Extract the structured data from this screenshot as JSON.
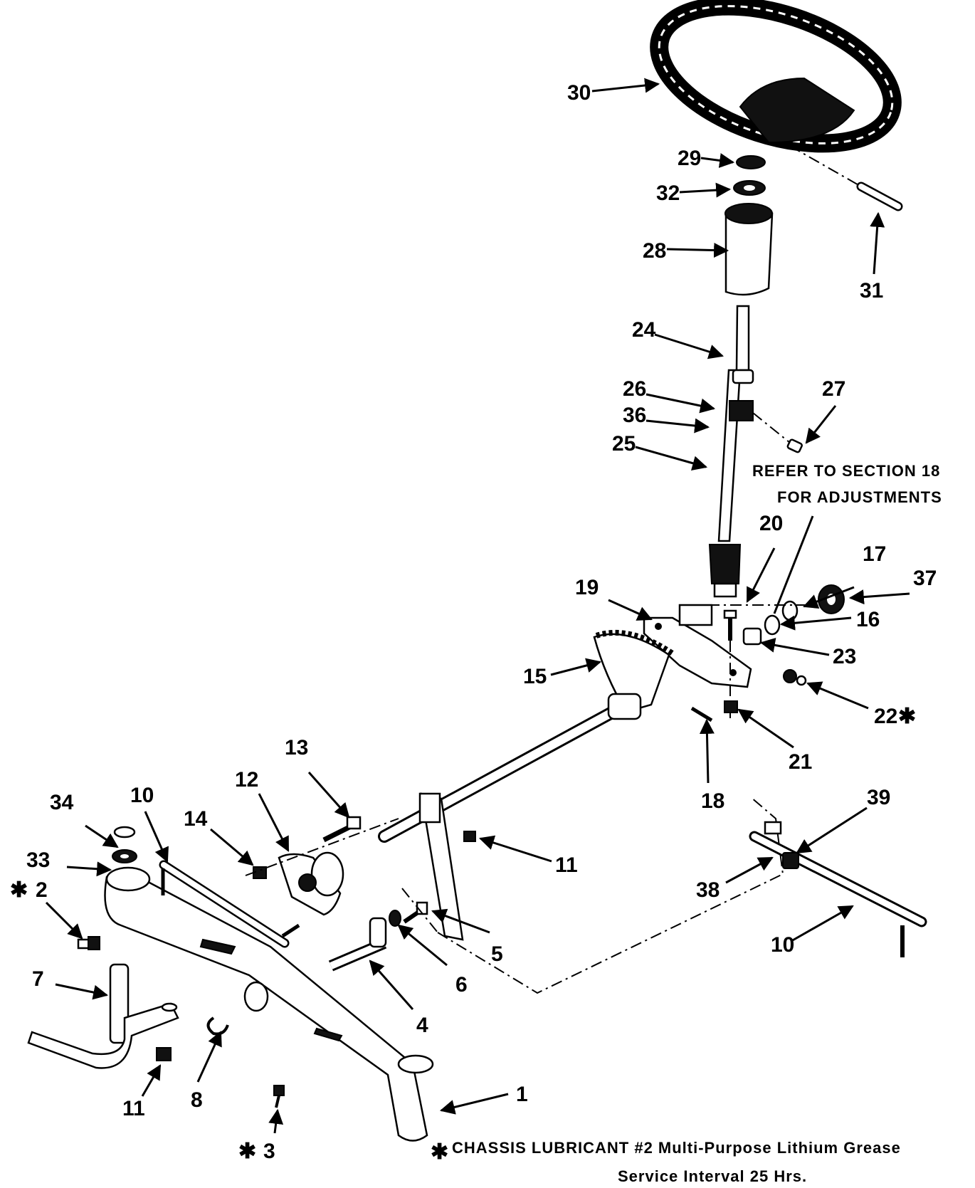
{
  "labels": [
    {
      "id": "30",
      "text": "30"
    },
    {
      "id": "29",
      "text": "29"
    },
    {
      "id": "32",
      "text": "32"
    },
    {
      "id": "28",
      "text": "28"
    },
    {
      "id": "31",
      "text": "31"
    },
    {
      "id": "24",
      "text": "24"
    },
    {
      "id": "26",
      "text": "26"
    },
    {
      "id": "27",
      "text": "27"
    },
    {
      "id": "36",
      "text": "36"
    },
    {
      "id": "25",
      "text": "25"
    },
    {
      "id": "20",
      "text": "20"
    },
    {
      "id": "17",
      "text": "17"
    },
    {
      "id": "37",
      "text": "37"
    },
    {
      "id": "19",
      "text": "19"
    },
    {
      "id": "16",
      "text": "16"
    },
    {
      "id": "23",
      "text": "23"
    },
    {
      "id": "15",
      "text": "15"
    },
    {
      "id": "22",
      "text": "22"
    },
    {
      "id": "21",
      "text": "21"
    },
    {
      "id": "18",
      "text": "18"
    },
    {
      "id": "13",
      "text": "13"
    },
    {
      "id": "12",
      "text": "12"
    },
    {
      "id": "14",
      "text": "14"
    },
    {
      "id": "10a",
      "text": "10"
    },
    {
      "id": "34",
      "text": "34"
    },
    {
      "id": "33",
      "text": "33"
    },
    {
      "id": "2",
      "text": "2"
    },
    {
      "id": "11a",
      "text": "11"
    },
    {
      "id": "39",
      "text": "39"
    },
    {
      "id": "38",
      "text": "38"
    },
    {
      "id": "10b",
      "text": "10"
    },
    {
      "id": "5",
      "text": "5"
    },
    {
      "id": "6",
      "text": "6"
    },
    {
      "id": "4",
      "text": "4"
    },
    {
      "id": "7",
      "text": "7"
    },
    {
      "id": "8",
      "text": "8"
    },
    {
      "id": "11b",
      "text": "11"
    },
    {
      "id": "3",
      "text": "3"
    },
    {
      "id": "1",
      "text": "1"
    }
  ],
  "notes": {
    "refer_line1": "REFER TO SECTION 18",
    "refer_line2": "FOR ADJUSTMENTS",
    "lube_line1": "CHASSIS LUBRICANT #2 Multi-Purpose Lithium Grease",
    "lube_line2": "Service Interval 25 Hrs."
  },
  "symbols": {
    "lube_marker": "✱"
  }
}
